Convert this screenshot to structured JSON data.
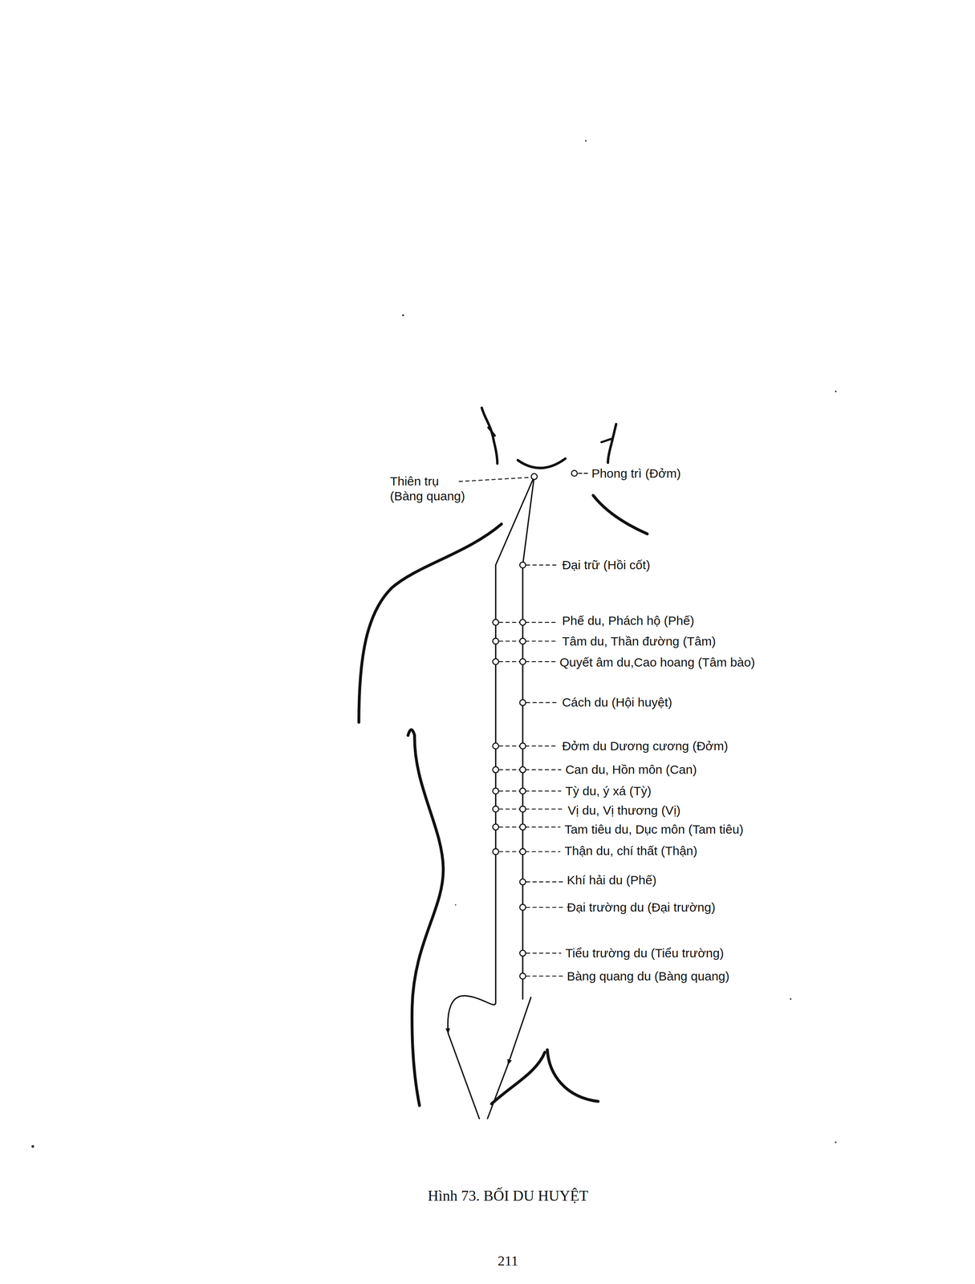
{
  "diagram": {
    "caption": "Hình 73. BỐI DU HUYỆT",
    "labels": [
      "Thiên trụ (Bàng quang)",
      "Phong trì (Đởm)",
      "Đại trữ (Hồi cốt)",
      "Phế du, Phách hộ (Phế)",
      "Tâm du, Thần đường (Tâm)",
      "Quyết âm du,Cao hoang (Tâm bào)",
      "Cách du (Hội huyệt)",
      "Đởm du Dương cương (Đởm)",
      "Can du, Hồn môn (Can)",
      "Tỳ du, ý xá (Tỳ)",
      "Vị du, Vị thương (Vị)",
      "Tam tiêu du, Dục môn (Tam tiêu)",
      "Thận du, chí thất (Thận)",
      "Khí hải du (Phế)",
      "Đại trường du (Đại trường)",
      "Tiểu trường du (Tiểu trường)",
      "Bàng quang du (Bàng quang)",
      "211"
    ]
  }
}
